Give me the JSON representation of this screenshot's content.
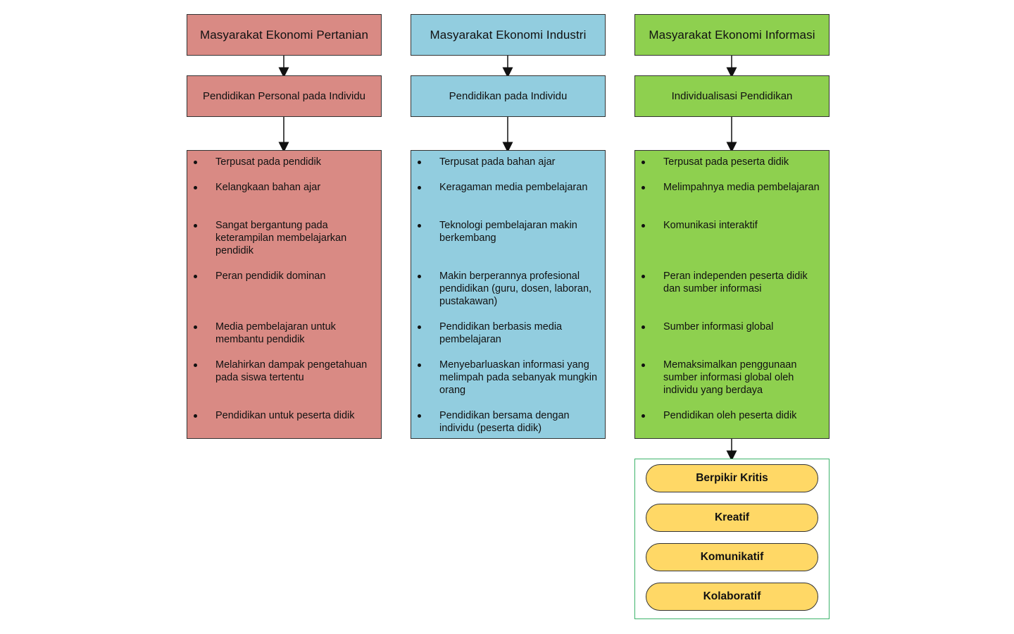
{
  "colors": {
    "col1": "#d98a84",
    "col2": "#92cddf",
    "col3": "#8ed04f",
    "skill_fill": "#ffd866",
    "skill_border": "#3db36a"
  },
  "columns": [
    {
      "title": "Masyarakat Ekonomi Pertanian",
      "subtitle": "Pendidikan Personal pada Individu",
      "items": [
        "Terpusat pada pendidik",
        "Kelangkaan bahan ajar",
        "Sangat bergantung pada keterampilan membelajarkan pendidik",
        "Peran pendidik dominan",
        "Media pembelajaran untuk membantu pendidik",
        "Melahirkan dampak pengetahuan pada siswa tertentu",
        "Pendidikan untuk peserta didik"
      ]
    },
    {
      "title": "Masyarakat Ekonomi Industri",
      "subtitle": "Pendidikan pada Individu",
      "items": [
        "Terpusat pada bahan ajar",
        "Keragaman media pembelajaran",
        "Teknologi pembelajaran makin berkembang",
        "Makin berperannya profesional pendidikan (guru, dosen, laboran, pustakawan)",
        "Pendidikan berbasis media pembelajaran",
        "Menyebarluaskan informasi yang melimpah pada sebanyak mungkin orang",
        "Pendidikan bersama dengan individu (peserta didik)"
      ]
    },
    {
      "title": "Masyarakat Ekonomi Informasi",
      "subtitle": "Individualisasi Pendidikan",
      "items": [
        "Terpusat pada peserta didik",
        "Melimpahnya media pembelajaran",
        "Komunikasi interaktif",
        "Peran independen peserta didik dan sumber informasi",
        "Sumber informasi global",
        "Memaksimalkan penggunaan sumber informasi global oleh individu yang berdaya",
        "Pendidikan oleh peserta didik"
      ]
    }
  ],
  "skills": [
    "Berpikir Kritis",
    "Kreatif",
    "Komunikatif",
    "Kolaboratif"
  ]
}
